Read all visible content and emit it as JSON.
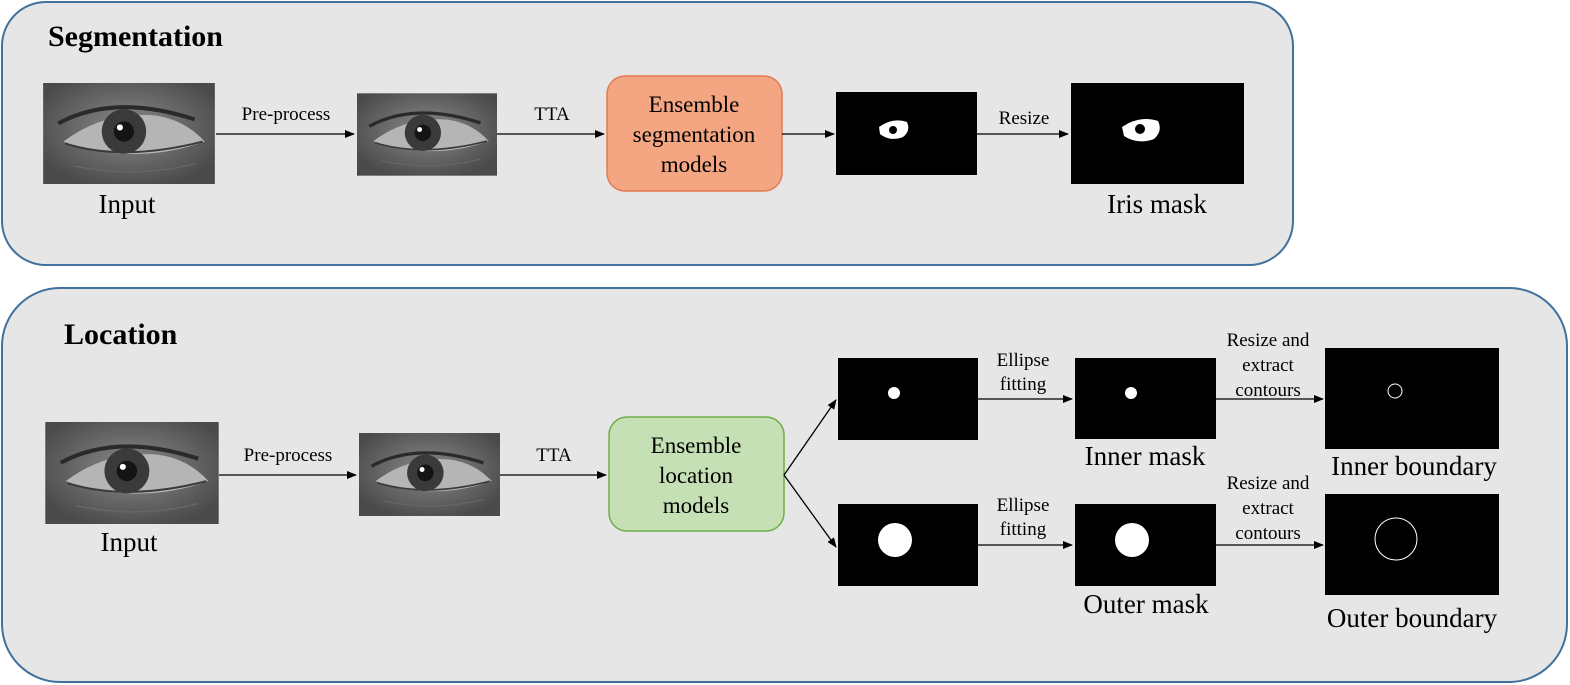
{
  "segmentation": {
    "title": "Segmentation",
    "input_caption": "Input",
    "edge_preprocess": "Pre-process",
    "edge_tta": "TTA",
    "model_box": {
      "lines": [
        "Ensemble",
        "segmentation",
        "models"
      ],
      "fill": "#f4a582",
      "stroke": "#e07b52"
    },
    "edge_resize": "Resize",
    "output_caption": "Iris mask"
  },
  "location": {
    "title": "Location",
    "input_caption": "Input",
    "edge_preprocess": "Pre-process",
    "edge_tta": "TTA",
    "model_box": {
      "lines": [
        "Ensemble",
        "location",
        "models"
      ],
      "fill": "#c5e0b4",
      "stroke": "#70ad47"
    },
    "edge_ellipse_top": [
      "Ellipse",
      "fitting"
    ],
    "edge_ellipse_bottom": [
      "Ellipse",
      "fitting"
    ],
    "edge_contours_top": [
      "Resize and",
      "extract",
      "contours"
    ],
    "edge_contours_bottom": [
      "Resize and",
      "extract",
      "contours"
    ],
    "inner_mask_caption": "Inner mask",
    "inner_boundary_caption": "Inner boundary",
    "outer_mask_caption": "Outer mask",
    "outer_boundary_caption": "Outer boundary"
  },
  "colors": {
    "panel_fill": "#e6e6e6",
    "panel_border": "#41719c"
  }
}
